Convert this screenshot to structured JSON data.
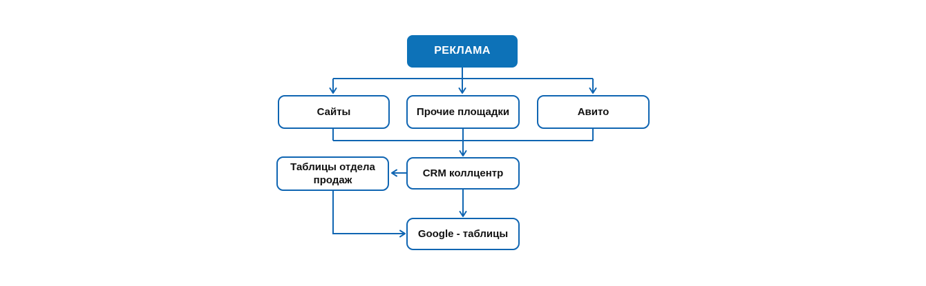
{
  "diagram": {
    "nodes": {
      "reklama": {
        "label": "РЕКЛАМА",
        "style": "filled"
      },
      "sajty": {
        "label": "Сайты",
        "style": "outlined"
      },
      "prochie_ploshchadki": {
        "label": "Прочие площадки",
        "style": "outlined"
      },
      "avito": {
        "label": "Авито",
        "style": "outlined"
      },
      "tablicy_otdela_prodazh": {
        "label": "Таблицы отдела продаж",
        "style": "outlined"
      },
      "crm_kollcentr": {
        "label": "CRM коллцентр",
        "style": "outlined"
      },
      "google_tablicy": {
        "label": "Google - таблицы",
        "style": "outlined"
      }
    },
    "edges": [
      {
        "from": "reklama",
        "to": "sajty"
      },
      {
        "from": "reklama",
        "to": "prochie_ploshchadki"
      },
      {
        "from": "reklama",
        "to": "avito"
      },
      {
        "from": "sajty",
        "to": "crm_kollcentr"
      },
      {
        "from": "prochie_ploshchadki",
        "to": "crm_kollcentr"
      },
      {
        "from": "avito",
        "to": "crm_kollcentr"
      },
      {
        "from": "crm_kollcentr",
        "to": "tablicy_otdela_prodazh"
      },
      {
        "from": "crm_kollcentr",
        "to": "google_tablicy"
      },
      {
        "from": "tablicy_otdela_prodazh",
        "to": "google_tablicy"
      }
    ],
    "colors": {
      "node_fill": "#0d72b8",
      "node_fill_text": "#ffffff",
      "node_border": "#0f65b2",
      "line": "#0f65b2",
      "text": "#111111",
      "background": "#ffffff"
    }
  }
}
